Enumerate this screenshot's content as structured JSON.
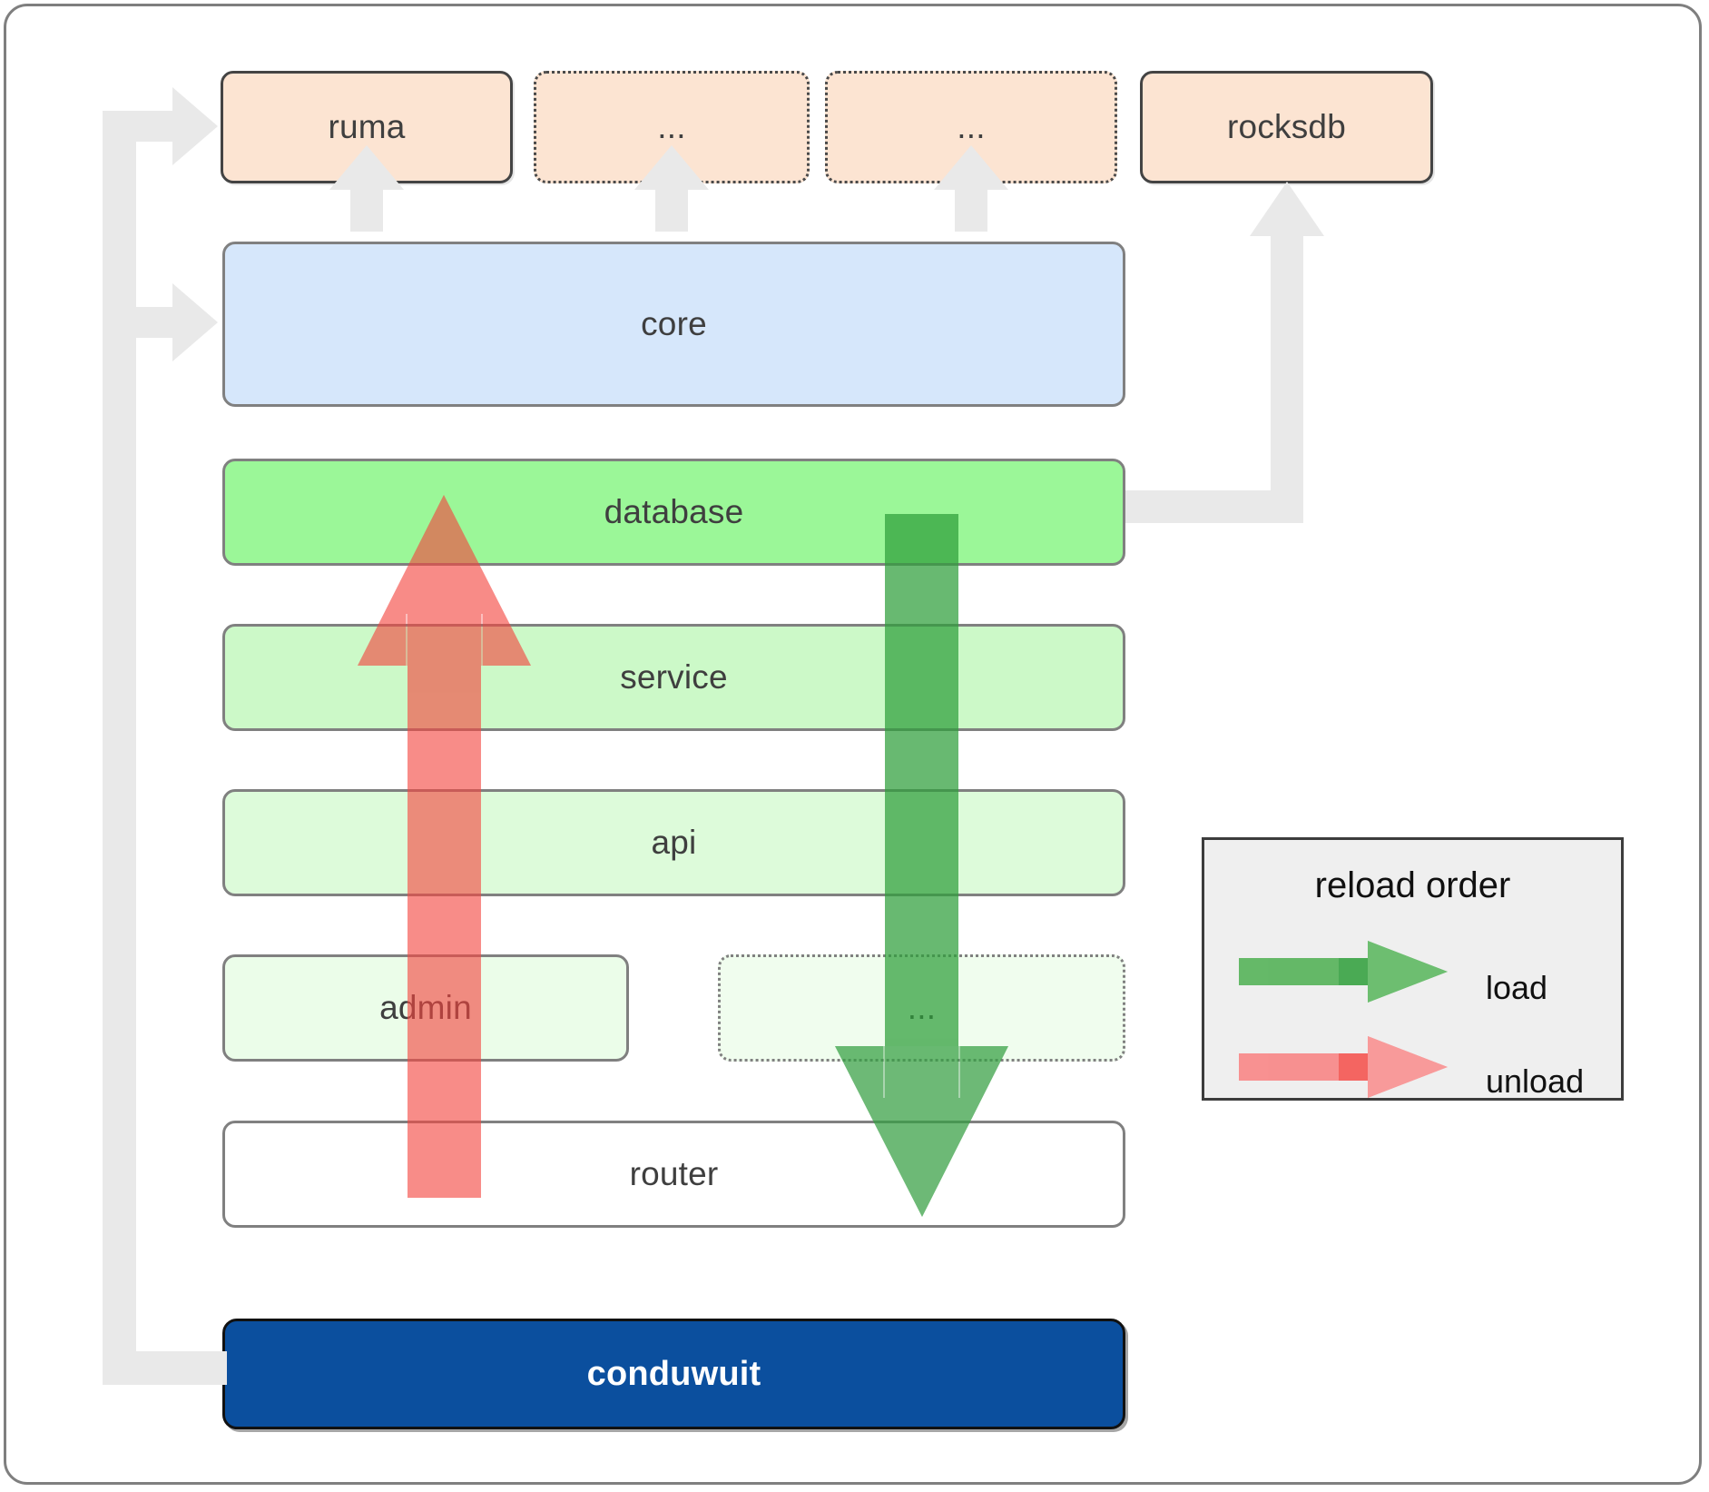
{
  "diagram": {
    "title": "conduwuit crate architecture / reload order",
    "type": "layered-architecture"
  },
  "dependencies": [
    {
      "id": "ruma",
      "label": "ruma",
      "style": "solid"
    },
    {
      "id": "dep2",
      "label": "...",
      "style": "dotted"
    },
    {
      "id": "dep3",
      "label": "...",
      "style": "dotted"
    },
    {
      "id": "rocksdb",
      "label": "rocksdb",
      "style": "solid"
    }
  ],
  "layers": [
    {
      "id": "core",
      "label": "core",
      "style": "solid",
      "fill": "#d6e7fb"
    },
    {
      "id": "database",
      "label": "database",
      "style": "solid",
      "fill": "#9bf798"
    },
    {
      "id": "service",
      "label": "service",
      "style": "solid",
      "fill": "#ccf9c8"
    },
    {
      "id": "api",
      "label": "api",
      "style": "solid",
      "fill": "#ddfbda"
    },
    {
      "id": "admin",
      "label": "admin",
      "style": "solid",
      "fill": "#ebfde9"
    },
    {
      "id": "more",
      "label": "...",
      "style": "dotted",
      "fill": "#f0fdee"
    },
    {
      "id": "router",
      "label": "router",
      "style": "solid",
      "fill": "#ffffff"
    }
  ],
  "binary": {
    "id": "conduwuit",
    "label": "conduwuit",
    "fill": "#0b4f9e",
    "text_color": "#ffffff"
  },
  "legend": {
    "title": "reload order",
    "items": [
      {
        "id": "load",
        "label": "load",
        "color": "#4caf50"
      },
      {
        "id": "unload",
        "label": "unload",
        "color": "#f98080"
      }
    ]
  },
  "flow_arrows": [
    {
      "id": "unload-arrow",
      "direction": "up",
      "color": "#f98080",
      "from": "router",
      "to": "database"
    },
    {
      "id": "load-arrow",
      "direction": "down",
      "color": "#4caf50",
      "from": "database",
      "to": "router"
    }
  ],
  "connectors": {
    "color": "#e9e9e9",
    "edges": [
      {
        "from": "core",
        "to": "ruma",
        "direction": "up"
      },
      {
        "from": "core",
        "to": "dep2",
        "direction": "up"
      },
      {
        "from": "core",
        "to": "dep3",
        "direction": "up"
      },
      {
        "from": "database",
        "to": "rocksdb",
        "direction": "up"
      },
      {
        "from": "conduwuit",
        "to": "ruma",
        "direction": "right"
      },
      {
        "from": "conduwuit",
        "to": "core",
        "direction": "right"
      }
    ]
  },
  "colors": {
    "dependency_fill": "#fce4d2",
    "dependency_border": "#444444",
    "layer_border": "#808080",
    "connector": "#e9e9e9",
    "load": "#4caf50",
    "unload": "#f98080",
    "legend_bg": "#efefef",
    "legend_border": "#3c3c3c",
    "frame_border": "#7f7f7f",
    "text": "#3f3f3f"
  }
}
